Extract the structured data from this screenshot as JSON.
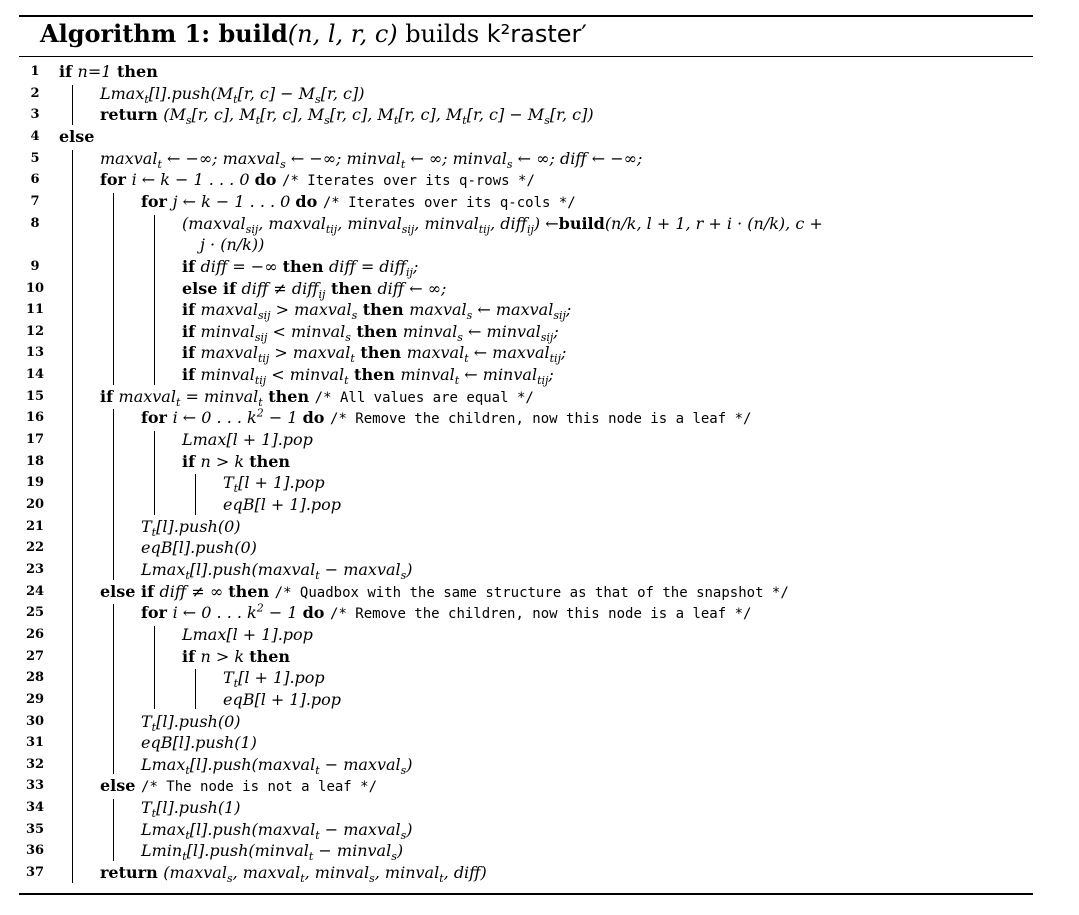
{
  "title": {
    "prefix": "Algorithm 1: ",
    "name": "build",
    "args": "(n, l, r, c)",
    "text": " builds ",
    "target": "k²raster′"
  },
  "lines": [
    {
      "n": "1",
      "indent": 0,
      "segs": [
        [
          "kw",
          "if "
        ],
        [
          "m",
          "n=1"
        ],
        [
          "kw",
          " then"
        ]
      ]
    },
    {
      "n": "2",
      "indent": 1,
      "segs": [
        [
          "m",
          "Lmax"
        ],
        [
          "sub",
          "t"
        ],
        [
          "m",
          "[l].push(M"
        ],
        [
          "sub",
          "t"
        ],
        [
          "m",
          "[r, c] − M"
        ],
        [
          "sub",
          "s"
        ],
        [
          "m",
          "[r, c])"
        ]
      ]
    },
    {
      "n": "3",
      "indent": 1,
      "segs": [
        [
          "kw",
          "return "
        ],
        [
          "m",
          "(M"
        ],
        [
          "sub",
          "s"
        ],
        [
          "m",
          "[r, c], M"
        ],
        [
          "sub",
          "t"
        ],
        [
          "m",
          "[r, c], M"
        ],
        [
          "sub",
          "s"
        ],
        [
          "m",
          "[r, c], M"
        ],
        [
          "sub",
          "t"
        ],
        [
          "m",
          "[r, c], M"
        ],
        [
          "sub",
          "t"
        ],
        [
          "m",
          "[r, c] − M"
        ],
        [
          "sub",
          "s"
        ],
        [
          "m",
          "[r, c])"
        ]
      ]
    },
    {
      "n": "4",
      "indent": 0,
      "segs": [
        [
          "kw",
          "else"
        ]
      ]
    },
    {
      "n": "5",
      "indent": 1,
      "segs": [
        [
          "m",
          "maxval"
        ],
        [
          "sub",
          "t"
        ],
        [
          "m",
          " ← −∞; maxval"
        ],
        [
          "sub",
          "s"
        ],
        [
          "m",
          " ← −∞; minval"
        ],
        [
          "sub",
          "t"
        ],
        [
          "m",
          " ← ∞; minval"
        ],
        [
          "sub",
          "s"
        ],
        [
          "m",
          " ← ∞; diff ← −∞;"
        ]
      ]
    },
    {
      "n": "6",
      "indent": 1,
      "segs": [
        [
          "kw",
          "for "
        ],
        [
          "m",
          "i ← k − 1 . . . 0 "
        ],
        [
          "kw",
          "do "
        ],
        [
          "tt",
          "/* Iterates over its q-rows */"
        ]
      ]
    },
    {
      "n": "7",
      "indent": 2,
      "segs": [
        [
          "kw",
          "for "
        ],
        [
          "m",
          "j ← k − 1 . . . 0 "
        ],
        [
          "kw",
          "do "
        ],
        [
          "tt",
          "/* Iterates over its q-cols */"
        ]
      ]
    },
    {
      "n": "8",
      "indent": 3,
      "segs": [
        [
          "m",
          "(maxval"
        ],
        [
          "sub",
          "sij"
        ],
        [
          "m",
          ", maxval"
        ],
        [
          "sub",
          "tij"
        ],
        [
          "m",
          ", minval"
        ],
        [
          "sub",
          "sij"
        ],
        [
          "m",
          ", minval"
        ],
        [
          "sub",
          "tij"
        ],
        [
          "m",
          ", diff"
        ],
        [
          "sub",
          "ij"
        ],
        [
          "m",
          ") ←"
        ],
        [
          "kw",
          "build"
        ],
        [
          "m",
          "(n/k, l + 1, r + i · (n/k), c +"
        ]
      ]
    },
    {
      "n": "",
      "indent": 3,
      "extra": 18,
      "segs": [
        [
          "m",
          "j · (n/k))"
        ]
      ]
    },
    {
      "n": "9",
      "indent": 3,
      "segs": [
        [
          "kw",
          "if "
        ],
        [
          "m",
          "diff = −∞ "
        ],
        [
          "kw",
          "then "
        ],
        [
          "m",
          "diff = diff"
        ],
        [
          "sub",
          "ij"
        ],
        [
          "m",
          ";"
        ]
      ]
    },
    {
      "n": "10",
      "indent": 3,
      "segs": [
        [
          "kw",
          "else if "
        ],
        [
          "m",
          "diff ≠ diff"
        ],
        [
          "sub",
          "ij"
        ],
        [
          "kw",
          " then "
        ],
        [
          "m",
          "diff ← ∞;"
        ]
      ]
    },
    {
      "n": "11",
      "indent": 3,
      "segs": [
        [
          "kw",
          "if "
        ],
        [
          "m",
          "maxval"
        ],
        [
          "sub",
          "sij"
        ],
        [
          "m",
          " > maxval"
        ],
        [
          "sub",
          "s"
        ],
        [
          "kw",
          " then "
        ],
        [
          "m",
          "maxval"
        ],
        [
          "sub",
          "s"
        ],
        [
          "m",
          " ← maxval"
        ],
        [
          "sub",
          "sij"
        ],
        [
          "m",
          ";"
        ]
      ]
    },
    {
      "n": "12",
      "indent": 3,
      "segs": [
        [
          "kw",
          "if "
        ],
        [
          "m",
          "minval"
        ],
        [
          "sub",
          "sij"
        ],
        [
          "m",
          " < minval"
        ],
        [
          "sub",
          "s"
        ],
        [
          "kw",
          " then "
        ],
        [
          "m",
          "minval"
        ],
        [
          "sub",
          "s"
        ],
        [
          "m",
          " ← minval"
        ],
        [
          "sub",
          "sij"
        ],
        [
          "m",
          ";"
        ]
      ]
    },
    {
      "n": "13",
      "indent": 3,
      "segs": [
        [
          "kw",
          "if "
        ],
        [
          "m",
          "maxval"
        ],
        [
          "sub",
          "tij"
        ],
        [
          "m",
          " > maxval"
        ],
        [
          "sub",
          "t"
        ],
        [
          "kw",
          " then "
        ],
        [
          "m",
          "maxval"
        ],
        [
          "sub",
          "t"
        ],
        [
          "m",
          " ← maxval"
        ],
        [
          "sub",
          "tij"
        ],
        [
          "m",
          ";"
        ]
      ]
    },
    {
      "n": "14",
      "indent": 3,
      "segs": [
        [
          "kw",
          "if "
        ],
        [
          "m",
          "minval"
        ],
        [
          "sub",
          "tij"
        ],
        [
          "m",
          " < minval"
        ],
        [
          "sub",
          "t"
        ],
        [
          "kw",
          " then "
        ],
        [
          "m",
          "minval"
        ],
        [
          "sub",
          "t"
        ],
        [
          "m",
          " ← minval"
        ],
        [
          "sub",
          "tij"
        ],
        [
          "m",
          ";"
        ]
      ]
    },
    {
      "n": "15",
      "indent": 1,
      "segs": [
        [
          "kw",
          "if "
        ],
        [
          "m",
          "maxval"
        ],
        [
          "sub",
          "t"
        ],
        [
          "m",
          " = minval"
        ],
        [
          "sub",
          "t"
        ],
        [
          "kw",
          " then "
        ],
        [
          "tt",
          "/* All values are equal */"
        ]
      ]
    },
    {
      "n": "16",
      "indent": 2,
      "segs": [
        [
          "kw",
          "for "
        ],
        [
          "m",
          "i ← 0 . . . k"
        ],
        [
          "sup",
          "2"
        ],
        [
          "m",
          " − 1 "
        ],
        [
          "kw",
          "do "
        ],
        [
          "tt",
          "/* Remove the children, now this node is a leaf */"
        ]
      ]
    },
    {
      "n": "17",
      "indent": 3,
      "segs": [
        [
          "m",
          "Lmax[l + 1].pop"
        ]
      ]
    },
    {
      "n": "18",
      "indent": 3,
      "segs": [
        [
          "kw",
          "if "
        ],
        [
          "m",
          "n > k "
        ],
        [
          "kw",
          "then"
        ]
      ]
    },
    {
      "n": "19",
      "indent": 4,
      "segs": [
        [
          "m",
          "T"
        ],
        [
          "sub",
          "t"
        ],
        [
          "m",
          "[l + 1].pop"
        ]
      ]
    },
    {
      "n": "20",
      "indent": 4,
      "segs": [
        [
          "m",
          "eqB[l + 1].pop"
        ]
      ]
    },
    {
      "n": "21",
      "indent": 2,
      "segs": [
        [
          "m",
          "T"
        ],
        [
          "sub",
          "t"
        ],
        [
          "m",
          "[l].push(0)"
        ]
      ]
    },
    {
      "n": "22",
      "indent": 2,
      "segs": [
        [
          "m",
          "eqB[l].push(0)"
        ]
      ]
    },
    {
      "n": "23",
      "indent": 2,
      "segs": [
        [
          "m",
          "Lmax"
        ],
        [
          "sub",
          "t"
        ],
        [
          "m",
          "[l].push(maxval"
        ],
        [
          "sub",
          "t"
        ],
        [
          "m",
          " − maxval"
        ],
        [
          "sub",
          "s"
        ],
        [
          "m",
          ")"
        ]
      ]
    },
    {
      "n": "24",
      "indent": 1,
      "segs": [
        [
          "kw",
          "else if "
        ],
        [
          "m",
          "diff ≠ ∞ "
        ],
        [
          "kw",
          "then "
        ],
        [
          "tt",
          "/* Quadbox with the same structure as that of the snapshot */"
        ]
      ]
    },
    {
      "n": "25",
      "indent": 2,
      "segs": [
        [
          "kw",
          "for "
        ],
        [
          "m",
          "i ← 0 . . . k"
        ],
        [
          "sup",
          "2"
        ],
        [
          "m",
          " − 1 "
        ],
        [
          "kw",
          "do "
        ],
        [
          "tt",
          "/* Remove the children, now this node is a leaf */"
        ]
      ]
    },
    {
      "n": "26",
      "indent": 3,
      "segs": [
        [
          "m",
          "Lmax[l + 1].pop"
        ]
      ]
    },
    {
      "n": "27",
      "indent": 3,
      "segs": [
        [
          "kw",
          "if "
        ],
        [
          "m",
          "n > k "
        ],
        [
          "kw",
          "then"
        ]
      ]
    },
    {
      "n": "28",
      "indent": 4,
      "segs": [
        [
          "m",
          "T"
        ],
        [
          "sub",
          "t"
        ],
        [
          "m",
          "[l + 1].pop"
        ]
      ]
    },
    {
      "n": "29",
      "indent": 4,
      "segs": [
        [
          "m",
          "eqB[l + 1].pop"
        ]
      ]
    },
    {
      "n": "30",
      "indent": 2,
      "segs": [
        [
          "m",
          "T"
        ],
        [
          "sub",
          "t"
        ],
        [
          "m",
          "[l].push(0)"
        ]
      ]
    },
    {
      "n": "31",
      "indent": 2,
      "segs": [
        [
          "m",
          "eqB[l].push(1)"
        ]
      ]
    },
    {
      "n": "32",
      "indent": 2,
      "segs": [
        [
          "m",
          "Lmax"
        ],
        [
          "sub",
          "t"
        ],
        [
          "m",
          "[l].push(maxval"
        ],
        [
          "sub",
          "t"
        ],
        [
          "m",
          " − maxval"
        ],
        [
          "sub",
          "s"
        ],
        [
          "m",
          ")"
        ]
      ]
    },
    {
      "n": "33",
      "indent": 1,
      "segs": [
        [
          "kw",
          "else "
        ],
        [
          "tt",
          "/* The node is not a leaf */"
        ]
      ]
    },
    {
      "n": "34",
      "indent": 2,
      "segs": [
        [
          "m",
          "T"
        ],
        [
          "sub",
          "t"
        ],
        [
          "m",
          "[l].push(1)"
        ]
      ]
    },
    {
      "n": "35",
      "indent": 2,
      "segs": [
        [
          "m",
          "Lmax"
        ],
        [
          "sub",
          "t"
        ],
        [
          "m",
          "[l].push(maxval"
        ],
        [
          "sub",
          "t"
        ],
        [
          "m",
          " − maxval"
        ],
        [
          "sub",
          "s"
        ],
        [
          "m",
          ")"
        ]
      ]
    },
    {
      "n": "36",
      "indent": 2,
      "segs": [
        [
          "m",
          "Lmin"
        ],
        [
          "sub",
          "t"
        ],
        [
          "m",
          "[l].push(minval"
        ],
        [
          "sub",
          "t"
        ],
        [
          "m",
          " − minval"
        ],
        [
          "sub",
          "s"
        ],
        [
          "m",
          ")"
        ]
      ]
    },
    {
      "n": "37",
      "indent": 1,
      "segs": [
        [
          "kw",
          "return "
        ],
        [
          "m",
          "(maxval"
        ],
        [
          "sub",
          "s"
        ],
        [
          "m",
          ", maxval"
        ],
        [
          "sub",
          "t"
        ],
        [
          "m",
          ", minval"
        ],
        [
          "sub",
          "s"
        ],
        [
          "m",
          ", minval"
        ],
        [
          "sub",
          "t"
        ],
        [
          "m",
          ", diff)"
        ]
      ]
    }
  ],
  "blocks": [
    {
      "level": 0,
      "from": 2,
      "to": 3
    },
    {
      "level": 0,
      "from": 5,
      "to": 37
    },
    {
      "level": 1,
      "from": 7,
      "to": 14
    },
    {
      "level": 2,
      "from": 8,
      "to": 14
    },
    {
      "level": 1,
      "from": 16,
      "to": 23
    },
    {
      "level": 2,
      "from": 17,
      "to": 20
    },
    {
      "level": 3,
      "from": 19,
      "to": 20
    },
    {
      "level": 1,
      "from": 25,
      "to": 32
    },
    {
      "level": 2,
      "from": 26,
      "to": 29
    },
    {
      "level": 3,
      "from": 28,
      "to": 29
    },
    {
      "level": 1,
      "from": 34,
      "to": 36
    }
  ]
}
